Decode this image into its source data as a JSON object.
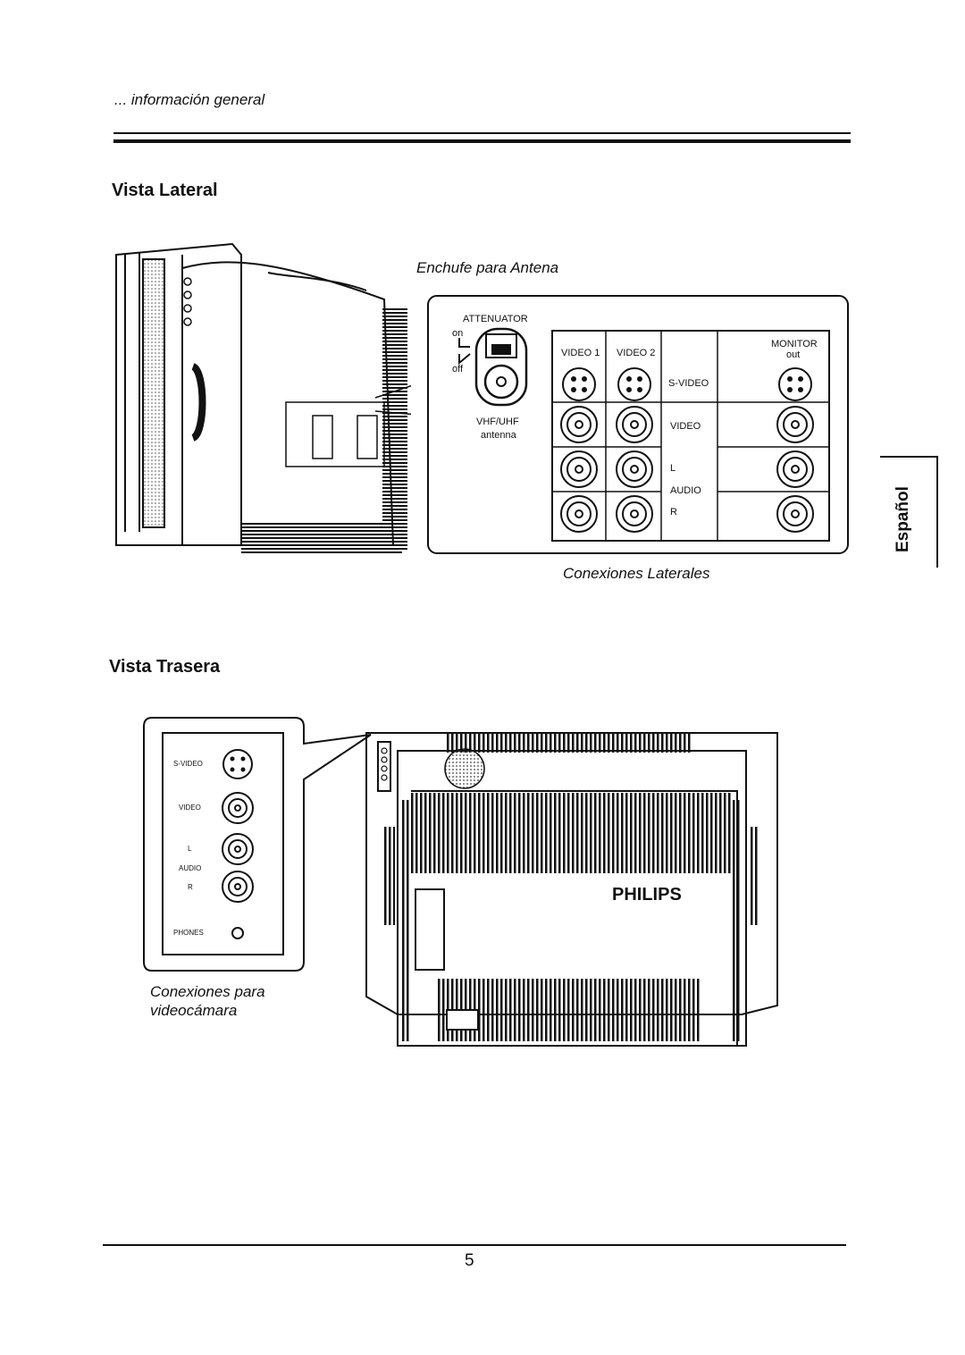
{
  "header": {
    "running_title": "... información general"
  },
  "lateral": {
    "heading": "Vista Lateral",
    "antenna_caption": "Enchufe para Antena",
    "attenuator_label": "ATTENUATOR",
    "switch_on": "on",
    "switch_off": "off",
    "vhf_label": "VHF/UHF",
    "antenna_label": "antenna",
    "col_video1": "VIDEO 1",
    "col_video2": "VIDEO 2",
    "monitor_label": "MONITOR",
    "monitor_out": "out",
    "row_svideo": "S-VIDEO",
    "row_video": "VIDEO",
    "row_l": "L",
    "row_audio": "AUDIO",
    "row_r": "R",
    "connections_caption": "Conexiones Laterales"
  },
  "trasera": {
    "heading": "Vista Trasera",
    "svideo": "S-VIDEO",
    "video": "VIDEO",
    "l": "L",
    "audio": "AUDIO",
    "r": "R",
    "phones": "PHONES",
    "camcorder_caption_line1": "Conexiones para",
    "camcorder_caption_line2": "videocámara",
    "brand": "PHILIPS"
  },
  "side_tab": {
    "language": "Español"
  },
  "footer": {
    "page_number": "5"
  }
}
